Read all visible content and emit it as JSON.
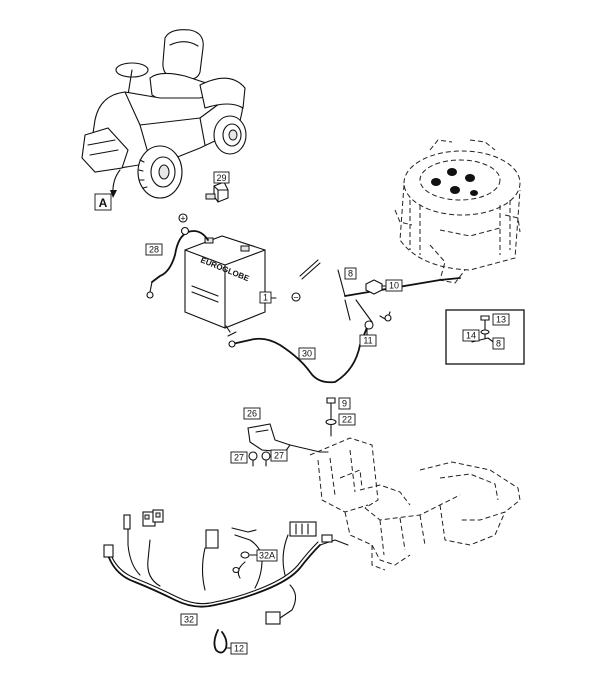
{
  "view_marker": "A",
  "battery_brand": "EUROGLOBE",
  "symbols": {
    "positive": "+",
    "negative": "−"
  },
  "callouts": {
    "c1": "1",
    "c8": "8",
    "c8b": "8",
    "c9": "9",
    "c10": "10",
    "c11": "11",
    "c12": "12",
    "c13": "13",
    "c14": "14",
    "c22": "22",
    "c26": "26",
    "c27a": "27",
    "c27b": "27",
    "c28": "28",
    "c29": "29",
    "c30": "30",
    "c32": "32",
    "c32a": "32A"
  }
}
